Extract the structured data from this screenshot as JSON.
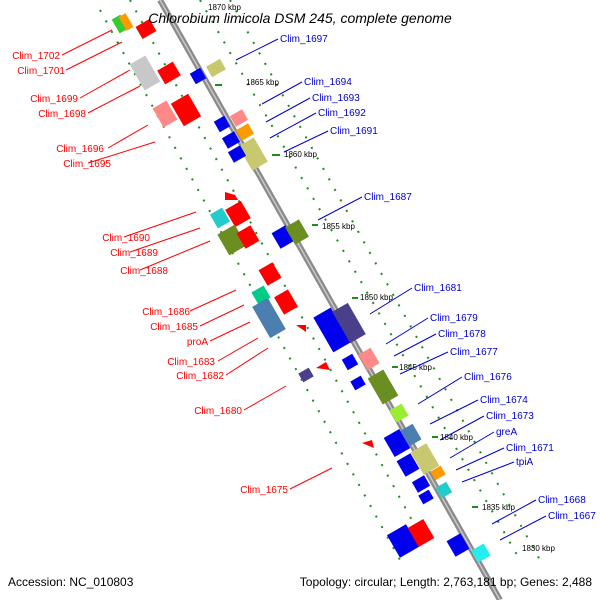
{
  "title": "Chlorobium limicola DSM 245, complete genome",
  "footer": {
    "accession": "Accession: NC_010803",
    "summary": "Topology: circular; Length: 2,763,181 bp; Genes: 2,488"
  },
  "colors": {
    "left_label": "#ff0000",
    "right_label": "#0000cc",
    "backbone": "#808080",
    "tick": "#007a00"
  },
  "kbp_labels": [
    "1870 kbp",
    "1865 kbp",
    "1860 kbp",
    "1855 kbp",
    "1850 kbp",
    "1845 kbp",
    "1840 kbp",
    "1835 kbp",
    "1830 kbp"
  ],
  "left_labels": [
    "Clim_1702",
    "Clim_1701",
    "Clim_1699",
    "Clim_1698",
    "Clim_1696",
    "Clim_1695",
    "Clim_1690",
    "Clim_1689",
    "Clim_1688",
    "Clim_1686",
    "Clim_1685",
    "proA",
    "Clim_1683",
    "Clim_1682",
    "Clim_1680",
    "Clim_1675"
  ],
  "right_labels": [
    "Clim_1697",
    "Clim_1694",
    "Clim_1693",
    "Clim_1692",
    "Clim_1691",
    "Clim_1687",
    "Clim_1681",
    "Clim_1679",
    "Clim_1678",
    "Clim_1677",
    "Clim_1676",
    "Clim_1674",
    "Clim_1673",
    "greA",
    "Clim_1671",
    "tpiA",
    "Clim_1668",
    "Clim_1667"
  ]
}
